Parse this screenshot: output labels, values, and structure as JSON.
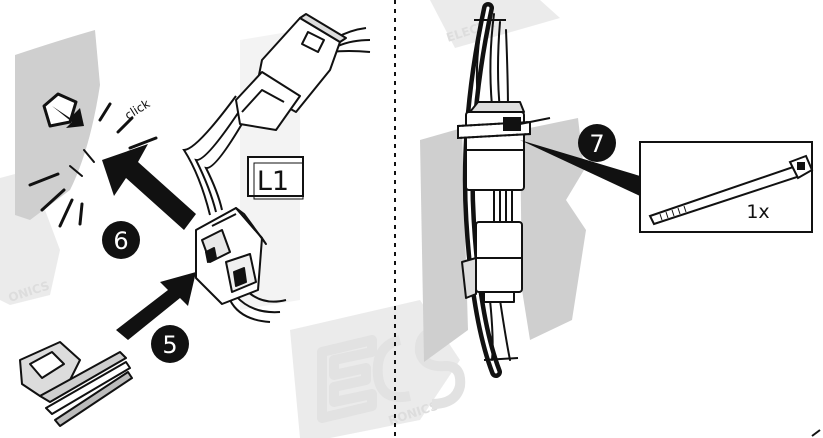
{
  "left_panel": {
    "click_label": "click",
    "connector_label": "L1",
    "step_6": "6",
    "step_5": "5"
  },
  "right_panel": {
    "step_7": "7",
    "quantity_label": "1x"
  },
  "watermark": {
    "text": "ECS ELECTRONICS"
  },
  "colors": {
    "ink": "#111111",
    "shadow_gray": "#cccccc",
    "watermark_gray": "#e7e7e7",
    "white": "#ffffff"
  },
  "icons": [
    "click-hand-icon",
    "cable-tie-icon",
    "connector-housing-icon"
  ]
}
